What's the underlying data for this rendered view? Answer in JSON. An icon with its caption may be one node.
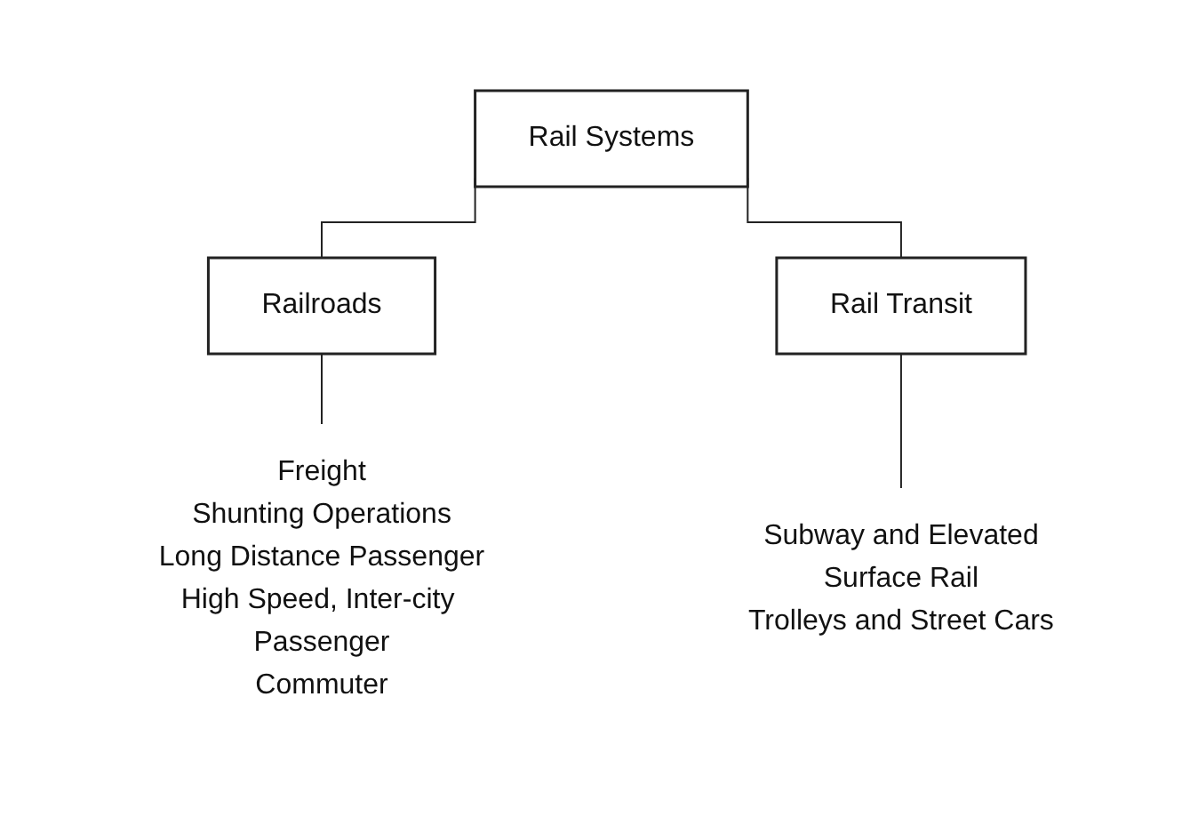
{
  "diagram": {
    "nodes": [
      {
        "text": [
          "Rail Systems"
        ]
      },
      {
        "text": [
          "Railroads"
        ]
      },
      {
        "text": [
          "Rail Transit"
        ]
      },
      {
        "text": [
          "Freight",
          "Shunting Operations",
          "Long Distance Passenger",
          "High Speed, Inter-city Passenger",
          "Commuter"
        ]
      },
      {
        "text": [
          "Subway and Elevated",
          "Surface Rail",
          "Trolleys and Street Cars"
        ]
      }
    ],
    "edges": [
      {
        "from": 0,
        "to": 1,
        "arrow": "none"
      },
      {
        "from": 0,
        "to": 2,
        "arrow": "none"
      },
      {
        "from": 1,
        "to": 3,
        "arrow": "none"
      },
      {
        "from": 2,
        "to": 4,
        "arrow": "none"
      }
    ]
  }
}
